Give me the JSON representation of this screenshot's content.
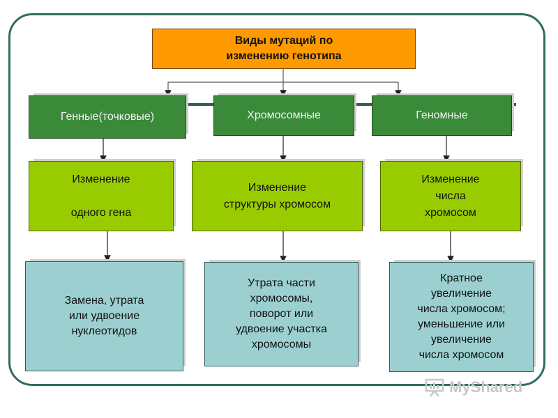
{
  "title": "Виды мутаций  по\nизменению генотипа",
  "types": [
    "Генные(точковые)",
    "Хромосомные",
    "Геномные"
  ],
  "changes": [
    "Изменение\n\nодного гена",
    "Изменение\nструктуры хромосом",
    "Изменение\nчисла\nхромосом"
  ],
  "examples": [
    "Замена, утрата\nили удвоение\nнуклеотидов",
    "Утрата части\nхромосомы,\nповорот или\nудвоение участка\nхромосомы",
    "Кратное\nувеличение\nчисла хромосом;\nуменьшение или\nувеличение\nчисла хромосом"
  ],
  "watermark": "MyShared",
  "colors": {
    "title": "#ff9900",
    "type": "#3a8a3a",
    "change": "#99cc00",
    "example": "#9cd0d0",
    "frame": "#2f6d5c"
  }
}
